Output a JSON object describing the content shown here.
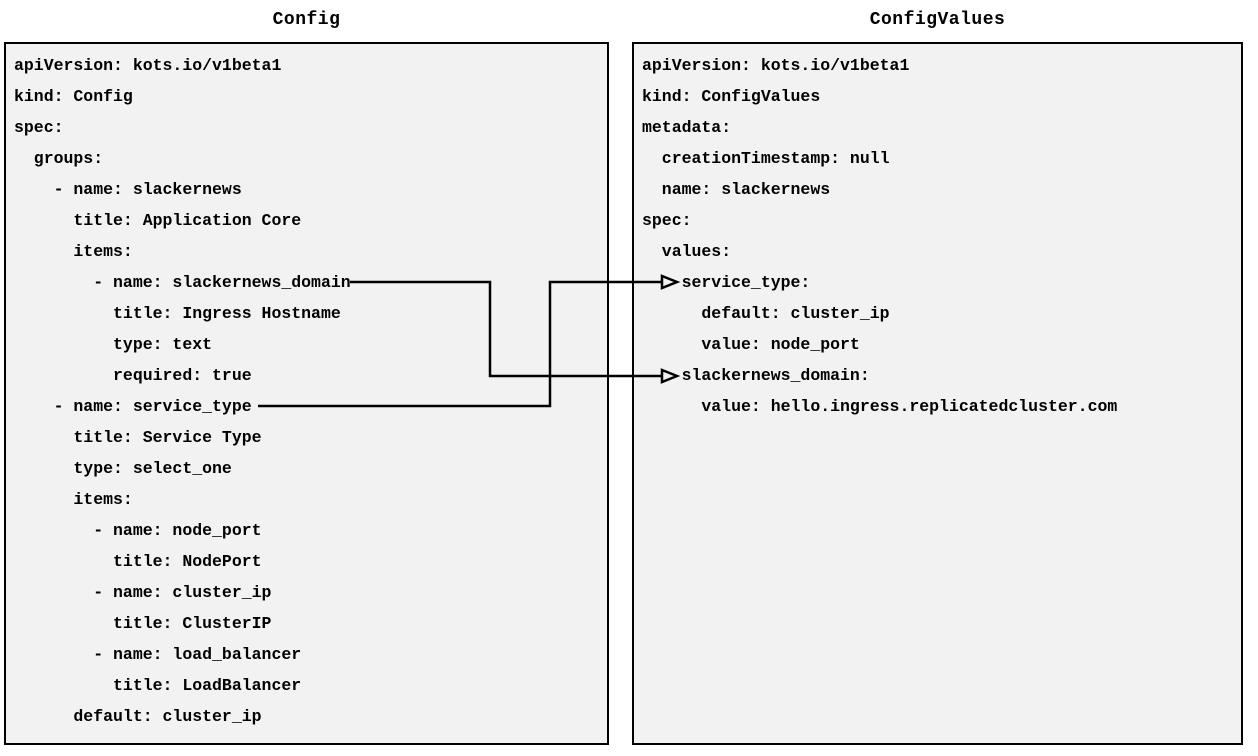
{
  "left_panel": {
    "title": "Config",
    "lines": [
      "apiVersion: kots.io/v1beta1",
      "kind: Config",
      "spec:",
      "  groups:",
      "    - name: slackernews",
      "      title: Application Core",
      "      items:",
      "        - name: slackernews_domain",
      "          title: Ingress Hostname",
      "          type: text",
      "          required: true",
      "    - name: service_type",
      "      title: Service Type",
      "      type: select_one",
      "      items:",
      "        - name: node_port",
      "          title: NodePort",
      "        - name: cluster_ip",
      "          title: ClusterIP",
      "        - name: load_balancer",
      "          title: LoadBalancer",
      "      default: cluster_ip"
    ]
  },
  "right_panel": {
    "title": "ConfigValues",
    "lines": [
      "apiVersion: kots.io/v1beta1",
      "kind: ConfigValues",
      "metadata:",
      "  creationTimestamp: null",
      "  name: slackernews",
      "spec:",
      "  values:",
      "    service_type:",
      "      default: cluster_ip",
      "      value: node_port",
      "    slackernews_domain:",
      "      value: hello.ingress.replicatedcluster.com"
    ]
  },
  "connections": [
    {
      "from": "Config item slackernews_domain",
      "to": "ConfigValues value slackernews_domain"
    },
    {
      "from": "Config item service_type",
      "to": "ConfigValues value service_type"
    }
  ],
  "colors": {
    "page_bg": "#ffffff",
    "panel_bg": "#f2f2f2",
    "border": "#000000",
    "text": "#000000",
    "arrow": "#000000"
  }
}
